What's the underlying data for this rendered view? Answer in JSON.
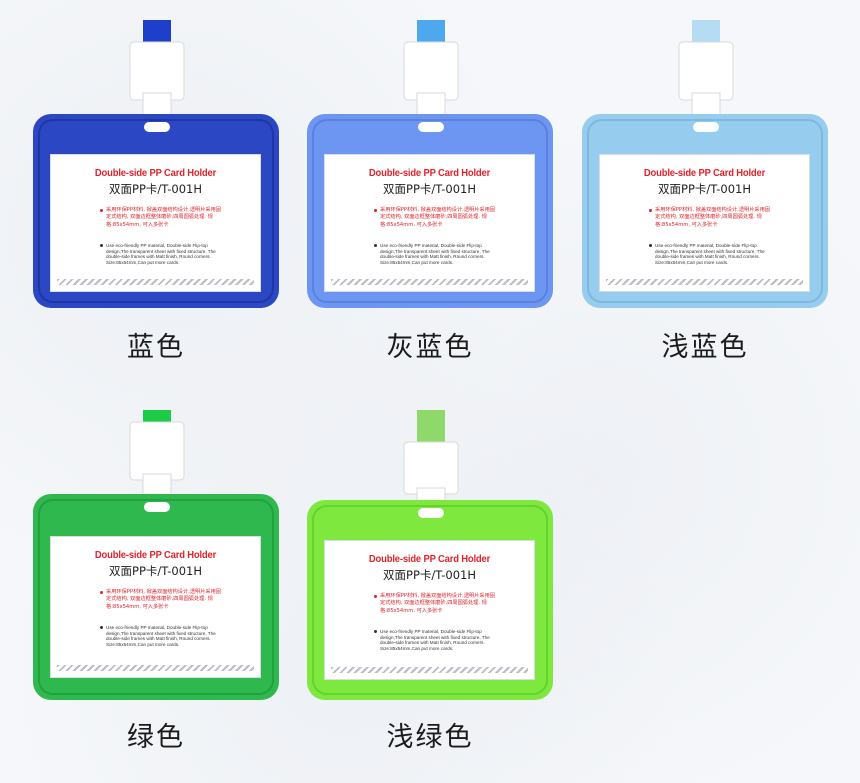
{
  "products": [
    {
      "label": "蓝色",
      "frame": "#2b47c4",
      "frame_dark": "#1f36a6",
      "strap": "#1e3fc9"
    },
    {
      "label": "灰蓝色",
      "frame": "#6c96f2",
      "frame_dark": "#5a82dc",
      "strap": "#4ea8ee"
    },
    {
      "label": "浅蓝色",
      "frame": "#96ccee",
      "frame_dark": "#7fb8df",
      "strap": "#b6dcf4"
    },
    {
      "label": "绿色",
      "frame": "#2eb84d",
      "frame_dark": "#22a13e",
      "strap": "#1dcc46"
    },
    {
      "label": "浅绿色",
      "frame": "#7ee83e",
      "frame_dark": "#66d22c",
      "strap": "#8fd86a"
    }
  ],
  "card": {
    "title_en": "Double-side PP Card Holder",
    "title_cn": "双面PP卡/T-001H",
    "desc_cn": "采用环保PP材料, 掀盖双面结构设计,透明片采用固定式结构, 双面边框整体磨砂,四周圆弧处理. 规格:85x54mm, 可入多张卡",
    "desc_en": "Use eco-friendly PP material, Double-side Flip-top design,The transparent sheet with fixed structure, The double-side frames with Matt finish, Round corners. Size:85x54mm,Can put more cards."
  }
}
